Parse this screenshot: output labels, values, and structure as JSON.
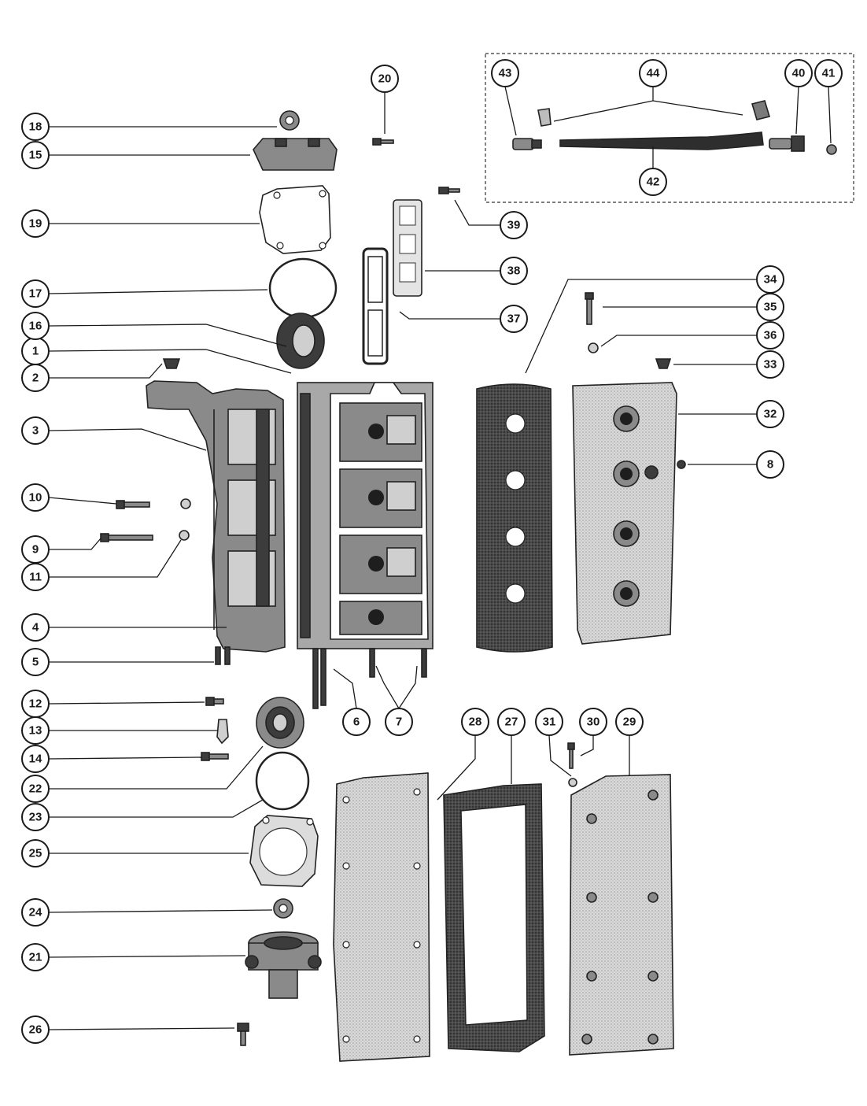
{
  "callouts": [
    "1",
    "2",
    "3",
    "4",
    "5",
    "6",
    "7",
    "8",
    "9",
    "10",
    "11",
    "12",
    "13",
    "14",
    "15",
    "16",
    "17",
    "18",
    "19",
    "20",
    "21",
    "22",
    "23",
    "24",
    "25",
    "26",
    "27",
    "28",
    "29",
    "30",
    "31",
    "32",
    "33",
    "34",
    "35",
    "36",
    "37",
    "38",
    "39",
    "40",
    "41",
    "42",
    "43",
    "44"
  ],
  "colors": {
    "ink": "#1a1a1a",
    "gasket": "#3c3c3c",
    "casting": "#8a8a8a",
    "plate": "#cfcfcf",
    "background": "#ffffff"
  }
}
